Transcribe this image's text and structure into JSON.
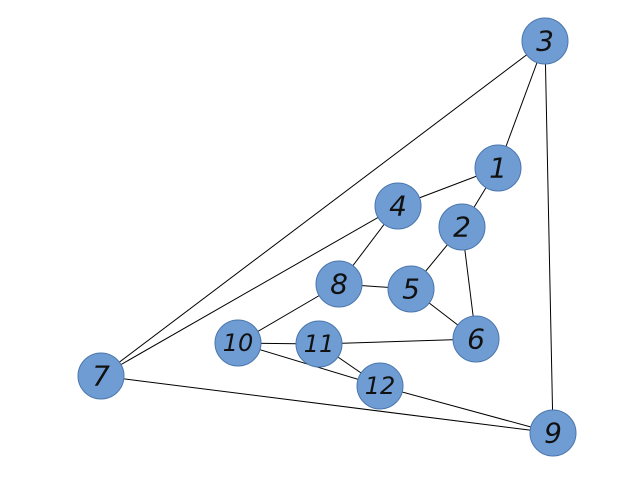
{
  "graph": {
    "node_color": "#6f9dd3",
    "nodes": [
      {
        "id": "3",
        "label": "3"
      },
      {
        "id": "1",
        "label": "1"
      },
      {
        "id": "4",
        "label": "4"
      },
      {
        "id": "2",
        "label": "2"
      },
      {
        "id": "8",
        "label": "8"
      },
      {
        "id": "5",
        "label": "5"
      },
      {
        "id": "6",
        "label": "6"
      },
      {
        "id": "10",
        "label": "10"
      },
      {
        "id": "11",
        "label": "11"
      },
      {
        "id": "12",
        "label": "12"
      },
      {
        "id": "7",
        "label": "7"
      },
      {
        "id": "9",
        "label": "9"
      }
    ],
    "edges": [
      [
        "3",
        "1"
      ],
      [
        "3",
        "7"
      ],
      [
        "3",
        "9"
      ],
      [
        "1",
        "4"
      ],
      [
        "1",
        "2"
      ],
      [
        "4",
        "7"
      ],
      [
        "4",
        "8"
      ],
      [
        "2",
        "5"
      ],
      [
        "2",
        "6"
      ],
      [
        "8",
        "5"
      ],
      [
        "8",
        "10"
      ],
      [
        "5",
        "6"
      ],
      [
        "6",
        "11"
      ],
      [
        "10",
        "11"
      ],
      [
        "10",
        "12"
      ],
      [
        "11",
        "12"
      ],
      [
        "12",
        "9"
      ],
      [
        "7",
        "9"
      ]
    ]
  }
}
